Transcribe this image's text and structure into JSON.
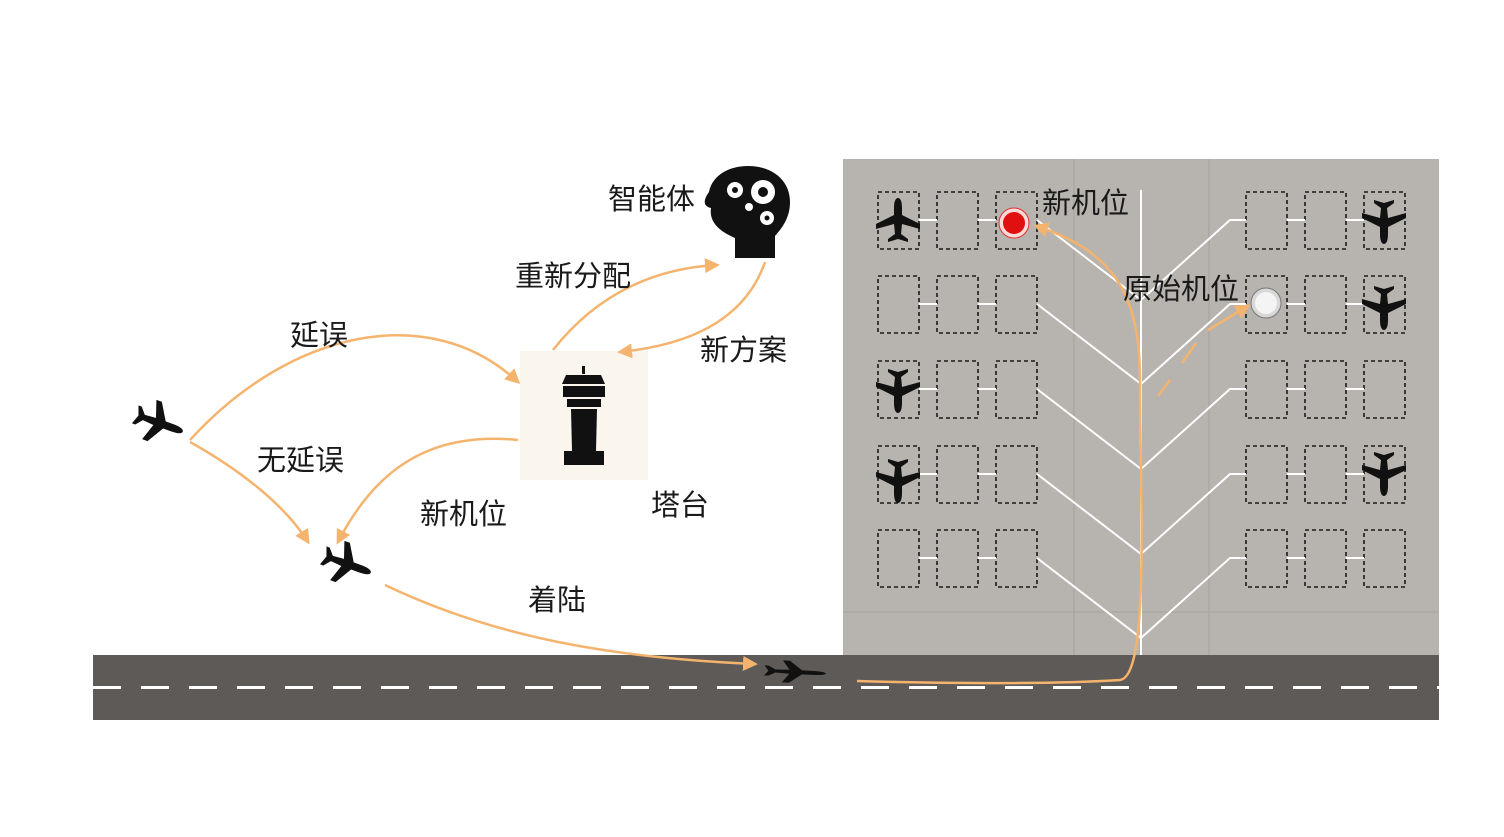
{
  "labels": {
    "agent": "智能体",
    "reassign": "重新分配",
    "new_plan": "新方案",
    "delay": "延误",
    "no_delay": "无延误",
    "new_gate_flow": "新机位",
    "tower": "塔台",
    "landing": "着陆",
    "new_gate_apron": "新机位",
    "original_gate": "原始机位"
  },
  "icons": {
    "agent": "brain-gears-head-icon",
    "tower": "control-tower-icon",
    "plane": "airplane-icon",
    "new_gate_marker": "red-circle-icon",
    "original_gate_marker": "white-circle-icon"
  },
  "colors": {
    "flow_arrow": "#f5b46e",
    "apron": "#b7b3ae",
    "runway": "#5e5a57",
    "tower_bg": "#faf6ee",
    "new_gate": "#e01010",
    "original_gate": "#f2f2f2"
  }
}
